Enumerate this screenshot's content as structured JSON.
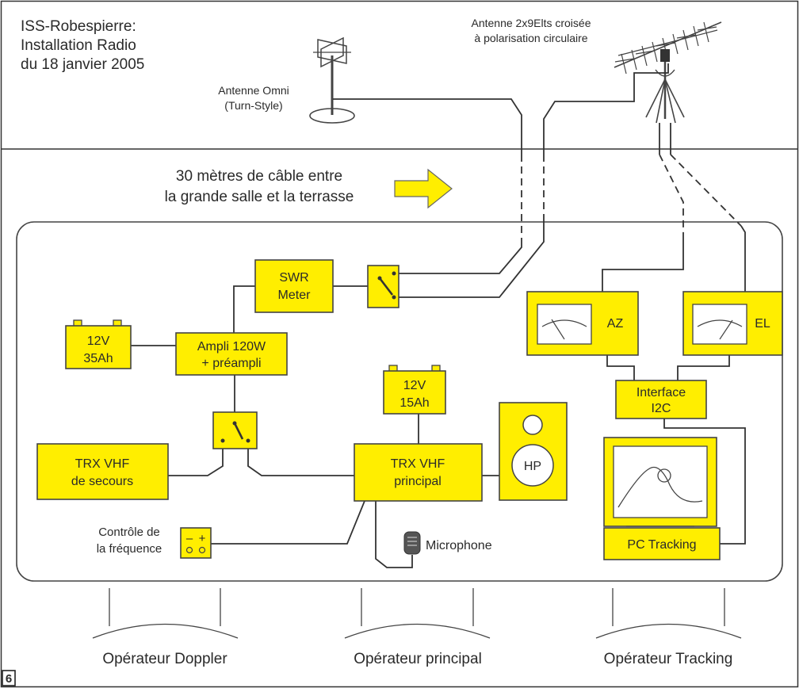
{
  "title": {
    "line1": "ISS-Robespierre:",
    "line2": "Installation Radio",
    "line3": "du 18 janvier 2005"
  },
  "antenna_omni": {
    "line1": "Antenne Omni",
    "line2": "(Turn-Style)"
  },
  "antenna_yagi": {
    "line1": "Antenne 2x9Elts croisée",
    "line2": "à polarisation circulaire"
  },
  "cable_note": {
    "line1": "30 mètres de câble entre",
    "line2": "la grande salle et la terrasse"
  },
  "boxes": {
    "swr": {
      "line1": "SWR",
      "line2": "Meter"
    },
    "battery_35": {
      "line1": "12V",
      "line2": "35Ah"
    },
    "ampli": {
      "line1": "Ampli 120W",
      "line2": "+ préampli"
    },
    "battery_15": {
      "line1": "12V",
      "line2": "15Ah"
    },
    "trx_backup": {
      "line1": "TRX VHF",
      "line2": "de secours"
    },
    "trx_main": {
      "line1": "TRX VHF",
      "line2": "principal"
    },
    "speaker": {
      "label": "HP"
    },
    "az": {
      "label": "AZ"
    },
    "el": {
      "label": "EL"
    },
    "interface": {
      "line1": "Interface",
      "line2": "I2C"
    },
    "pc": {
      "label": "PC Tracking"
    },
    "freq_control": {
      "minus": "–",
      "plus": "+"
    }
  },
  "freq_label": {
    "line1": "Contrôle de",
    "line2": "la fréquence"
  },
  "microphone": "Microphone",
  "operators": {
    "doppler": "Opérateur Doppler",
    "principal": "Opérateur principal",
    "tracking": "Opérateur Tracking"
  },
  "figure_number": "6",
  "colors": {
    "box_fill": "#ffee00",
    "outline": "#444444",
    "background": "#ffffff"
  }
}
